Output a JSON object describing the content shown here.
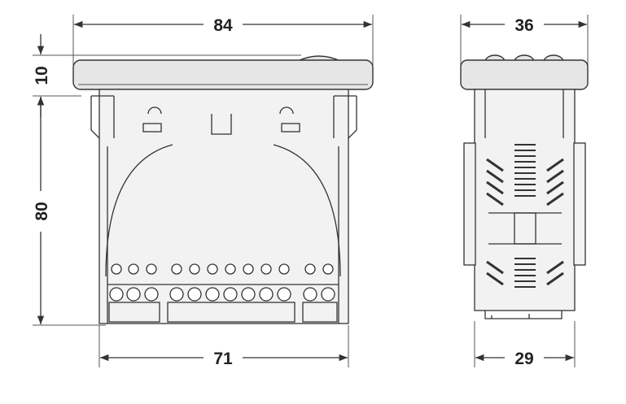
{
  "front_view": {
    "width_dimension": "84",
    "bezel_depth_dimension": "10",
    "height_dimension": "80",
    "body_width_dimension": "71"
  },
  "side_view": {
    "width_dimension": "36",
    "body_width_dimension": "29"
  }
}
